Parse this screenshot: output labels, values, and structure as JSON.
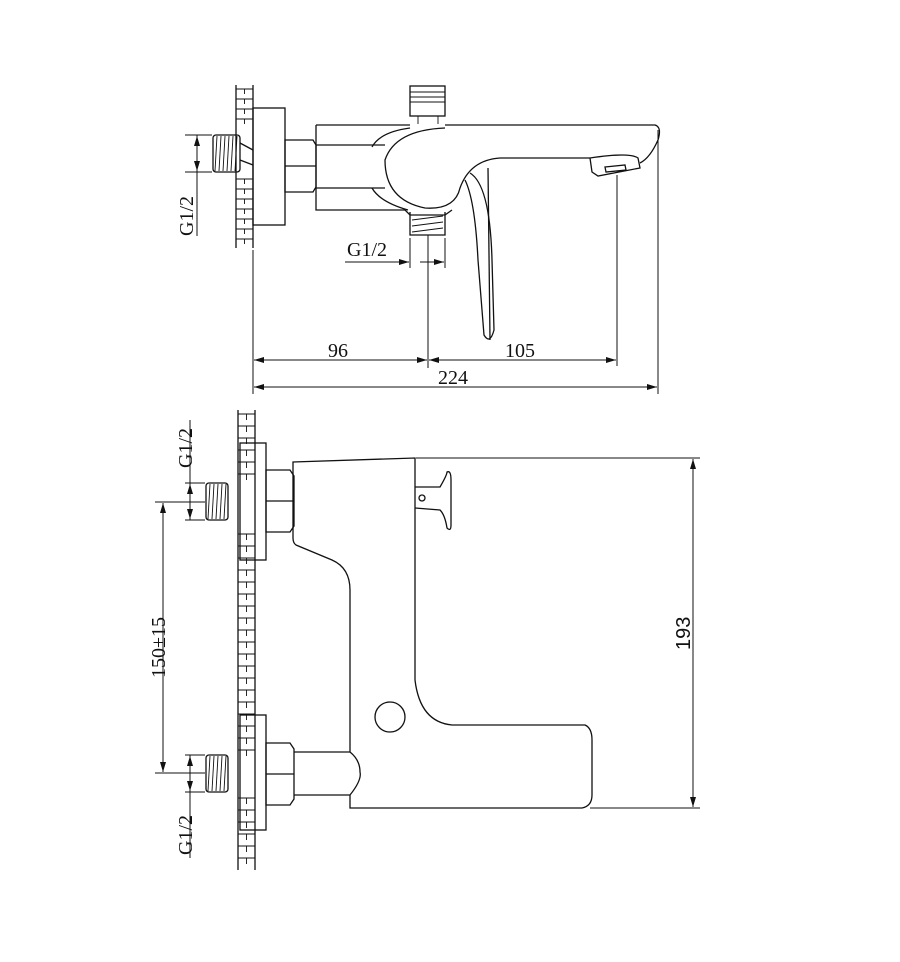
{
  "top_view": {
    "thread_wall_label": "G1/2",
    "thread_outlet_label": "G1/2",
    "dim_wall_to_outlet": "96",
    "dim_outlet_to_spout": "105",
    "dim_overall_length": "224"
  },
  "front_view": {
    "thread_upper_label": "G1/2",
    "thread_lower_label": "G1/2",
    "dim_inlet_spacing": "150±15",
    "dim_height": "193"
  }
}
